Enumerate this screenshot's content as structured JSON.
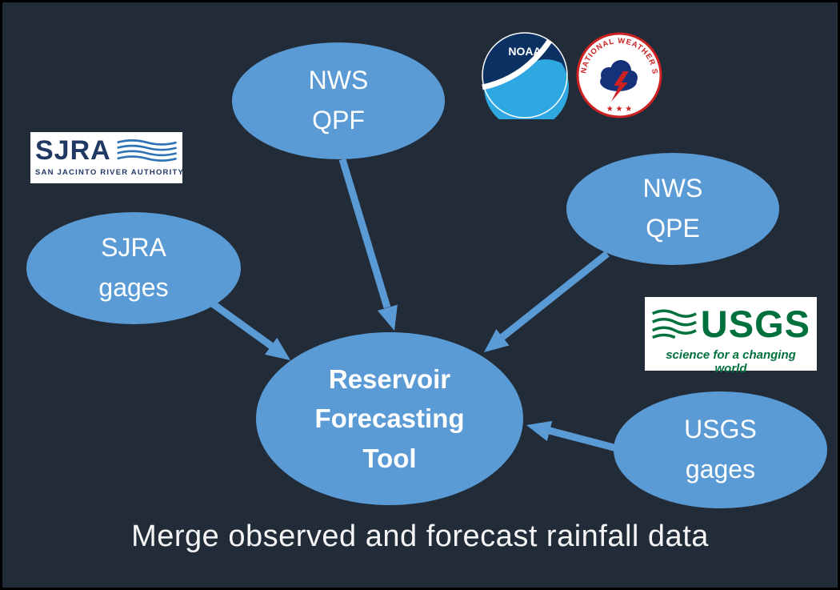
{
  "colors": {
    "background": "#222B38",
    "node_fill": "#5B9BD5",
    "arrow": "#5B9BD5",
    "node_text": "#FFFFFF",
    "sjra_navy": "#203864",
    "usgs_green": "#00703C",
    "nws_red": "#CC2222",
    "noaa_navy": "#0A3161"
  },
  "nodes": {
    "nws_qpf": {
      "line1": "NWS",
      "line2": "QPF"
    },
    "sjra_gages": {
      "line1": "SJRA",
      "line2": "gages"
    },
    "nws_qpe": {
      "line1": "NWS",
      "line2": "QPE"
    },
    "usgs_gages": {
      "line1": "USGS",
      "line2": "gages"
    },
    "reservoir_tool": {
      "line1": "Reservoir",
      "line2": "Forecasting",
      "line3": "Tool"
    }
  },
  "caption": "Merge observed and forecast rainfall data",
  "logos": {
    "sjra": {
      "acronym": "SJRA",
      "full_name": "SAN JACINTO RIVER AUTHORITY"
    },
    "noaa": {
      "acronym": "NOAA"
    },
    "nws": {
      "name": "NATIONAL WEATHER SERVICE",
      "stars": "★ ★ ★"
    },
    "usgs": {
      "acronym": "USGS",
      "tagline": "science for a changing world"
    }
  }
}
